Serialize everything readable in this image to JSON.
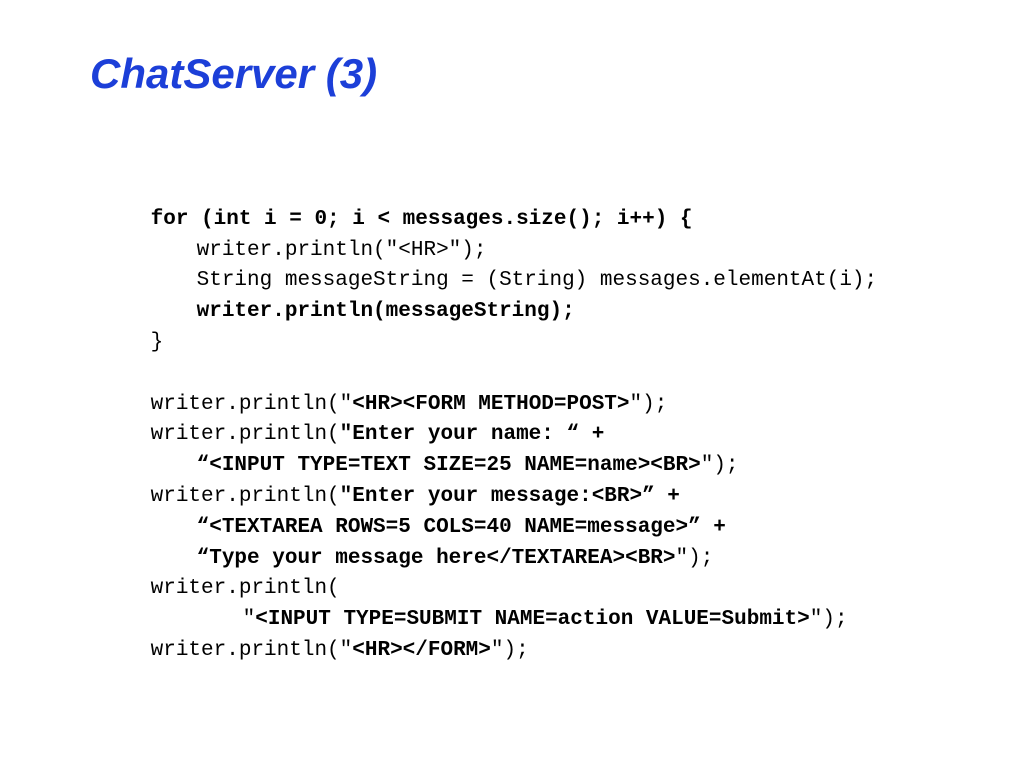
{
  "slide": {
    "title": "ChatServer (3)"
  },
  "code": {
    "lines": [
      {
        "indent": 0,
        "segments": [
          {
            "text": "for (int i = 0; i < messages.size(); i++) {",
            "bold": true
          }
        ]
      },
      {
        "indent": 1,
        "segments": [
          {
            "text": "writer.println(\"<HR>\");",
            "bold": false
          }
        ]
      },
      {
        "indent": 1,
        "segments": [
          {
            "text": "String messageString = (String) messages.elementAt(i);",
            "bold": false
          }
        ]
      },
      {
        "indent": 1,
        "segments": [
          {
            "text": "writer.println(messageString);",
            "bold": true
          }
        ]
      },
      {
        "indent": 0,
        "segments": [
          {
            "text": "}",
            "bold": false
          }
        ]
      },
      {
        "indent": 0,
        "segments": []
      },
      {
        "indent": 0,
        "segments": [
          {
            "text": "writer.println(\"",
            "bold": false
          },
          {
            "text": "<HR><FORM METHOD=POST>",
            "bold": true
          },
          {
            "text": "\");",
            "bold": false
          }
        ]
      },
      {
        "indent": 0,
        "segments": [
          {
            "text": "writer.println(",
            "bold": false
          },
          {
            "text": "\"Enter your name: “ +",
            "bold": true
          }
        ]
      },
      {
        "indent": 1,
        "segments": [
          {
            "text": "“<INPUT TYPE=TEXT SIZE=25 NAME=name><BR>",
            "bold": true
          },
          {
            "text": "\");",
            "bold": false
          }
        ]
      },
      {
        "indent": 0,
        "segments": [
          {
            "text": "writer.println(",
            "bold": false
          },
          {
            "text": "\"Enter your message:<BR>” +",
            "bold": true
          }
        ]
      },
      {
        "indent": 1,
        "segments": [
          {
            "text": "“<TEXTAREA ROWS=5 COLS=40 NAME=message>” +",
            "bold": true
          }
        ]
      },
      {
        "indent": 1,
        "segments": [
          {
            "text": "“Type your message here</TEXTAREA><BR>",
            "bold": true
          },
          {
            "text": "\");",
            "bold": false
          }
        ]
      },
      {
        "indent": 0,
        "segments": [
          {
            "text": "writer.println(",
            "bold": false
          }
        ]
      },
      {
        "indent": 2,
        "segments": [
          {
            "text": "\"",
            "bold": false
          },
          {
            "text": "<INPUT TYPE=SUBMIT NAME=action VALUE=Submit>",
            "bold": true
          },
          {
            "text": "\");",
            "bold": false
          }
        ]
      },
      {
        "indent": 0,
        "segments": [
          {
            "text": "writer.println(\"",
            "bold": false
          },
          {
            "text": "<HR></FORM>",
            "bold": true
          },
          {
            "text": "\");",
            "bold": false
          }
        ]
      }
    ]
  },
  "colors": {
    "title": "#1c3fd8",
    "code_text": "#000000",
    "background": "#ffffff"
  }
}
